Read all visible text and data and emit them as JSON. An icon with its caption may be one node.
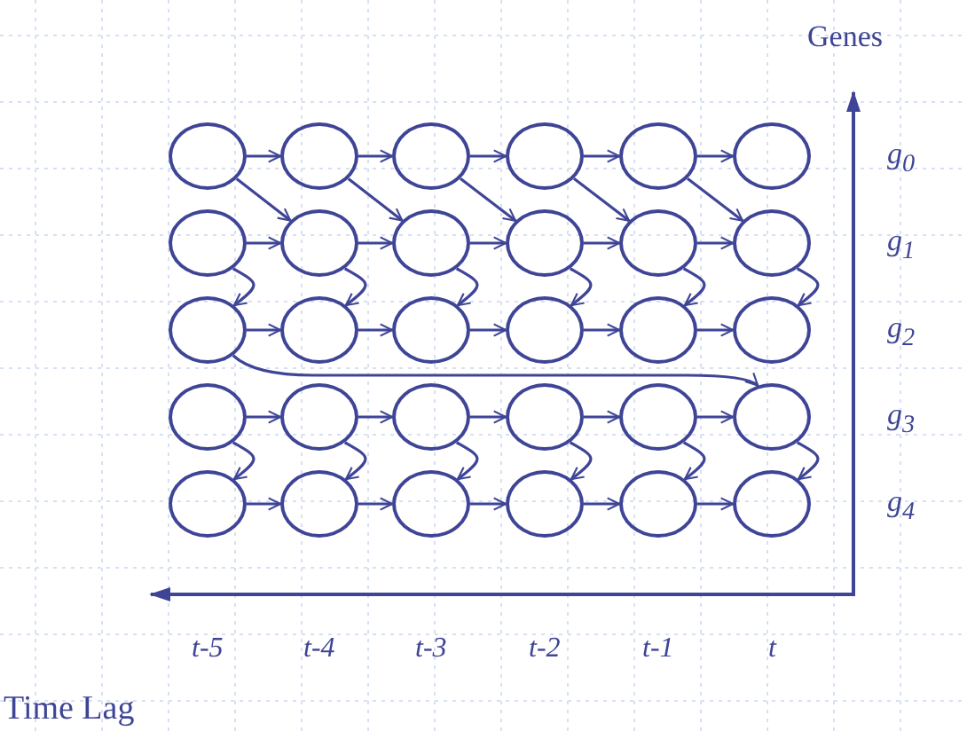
{
  "diagram": {
    "nodes": [
      {
        "text": [],
        "shape": "ellipse"
      },
      {
        "text": [],
        "shape": "ellipse"
      },
      {
        "text": [],
        "shape": "ellipse"
      },
      {
        "text": [],
        "shape": "ellipse"
      },
      {
        "text": [],
        "shape": "ellipse"
      },
      {
        "text": [],
        "shape": "ellipse"
      },
      {
        "text": [],
        "shape": "ellipse"
      },
      {
        "text": [],
        "shape": "ellipse"
      },
      {
        "text": [],
        "shape": "ellipse"
      },
      {
        "text": [],
        "shape": "ellipse"
      },
      {
        "text": [],
        "shape": "ellipse"
      },
      {
        "text": [],
        "shape": "ellipse"
      },
      {
        "text": [],
        "shape": "ellipse"
      },
      {
        "text": [],
        "shape": "ellipse"
      },
      {
        "text": [],
        "shape": "ellipse"
      },
      {
        "text": [],
        "shape": "ellipse"
      },
      {
        "text": [],
        "shape": "ellipse"
      },
      {
        "text": [],
        "shape": "ellipse"
      },
      {
        "text": [],
        "shape": "ellipse"
      },
      {
        "text": [],
        "shape": "ellipse"
      },
      {
        "text": [],
        "shape": "ellipse"
      },
      {
        "text": [],
        "shape": "ellipse"
      },
      {
        "text": [],
        "shape": "ellipse"
      },
      {
        "text": [],
        "shape": "ellipse"
      },
      {
        "text": [],
        "shape": "ellipse"
      },
      {
        "text": [],
        "shape": "ellipse"
      },
      {
        "text": [],
        "shape": "ellipse"
      },
      {
        "text": [],
        "shape": "ellipse"
      },
      {
        "text": [],
        "shape": "ellipse"
      },
      {
        "text": [],
        "shape": "ellipse"
      }
    ],
    "edges": [
      {
        "from": 0,
        "to": 1,
        "arrow": "to"
      },
      {
        "from": 1,
        "to": 2,
        "arrow": "to"
      },
      {
        "from": 2,
        "to": 3,
        "arrow": "to"
      },
      {
        "from": 3,
        "to": 4,
        "arrow": "to"
      },
      {
        "from": 4,
        "to": 5,
        "arrow": "to"
      },
      {
        "from": 6,
        "to": 7,
        "arrow": "to"
      },
      {
        "from": 7,
        "to": 8,
        "arrow": "to"
      },
      {
        "from": 8,
        "to": 9,
        "arrow": "to"
      },
      {
        "from": 9,
        "to": 10,
        "arrow": "to"
      },
      {
        "from": 10,
        "to": 11,
        "arrow": "to"
      },
      {
        "from": 12,
        "to": 13,
        "arrow": "to"
      },
      {
        "from": 13,
        "to": 14,
        "arrow": "to"
      },
      {
        "from": 14,
        "to": 15,
        "arrow": "to"
      },
      {
        "from": 15,
        "to": 16,
        "arrow": "to"
      },
      {
        "from": 16,
        "to": 17,
        "arrow": "to"
      },
      {
        "from": 18,
        "to": 19,
        "arrow": "to"
      },
      {
        "from": 19,
        "to": 20,
        "arrow": "to"
      },
      {
        "from": 20,
        "to": 21,
        "arrow": "to"
      },
      {
        "from": 21,
        "to": 22,
        "arrow": "to"
      },
      {
        "from": 22,
        "to": 23,
        "arrow": "to"
      },
      {
        "from": 24,
        "to": 25,
        "arrow": "to"
      },
      {
        "from": 25,
        "to": 26,
        "arrow": "to"
      },
      {
        "from": 26,
        "to": 27,
        "arrow": "to"
      },
      {
        "from": 27,
        "to": 28,
        "arrow": "to"
      },
      {
        "from": 28,
        "to": 29,
        "arrow": "to"
      },
      {
        "from": 0,
        "to": 7,
        "arrow": "to"
      },
      {
        "from": 1,
        "to": 8,
        "arrow": "to"
      },
      {
        "from": 2,
        "to": 9,
        "arrow": "to"
      },
      {
        "from": 3,
        "to": 10,
        "arrow": "to"
      },
      {
        "from": 4,
        "to": 11,
        "arrow": "to"
      },
      {
        "from": 6,
        "to": 12,
        "arrow": "to"
      },
      {
        "from": 7,
        "to": 13,
        "arrow": "to"
      },
      {
        "from": 8,
        "to": 14,
        "arrow": "to"
      },
      {
        "from": 9,
        "to": 15,
        "arrow": "to"
      },
      {
        "from": 10,
        "to": 16,
        "arrow": "to"
      },
      {
        "from": 11,
        "to": 17,
        "arrow": "to"
      },
      {
        "from": 12,
        "to": 23,
        "arrow": "to"
      },
      {
        "from": 18,
        "to": 24,
        "arrow": "to"
      },
      {
        "from": 19,
        "to": 25,
        "arrow": "to"
      },
      {
        "from": 20,
        "to": 26,
        "arrow": "to"
      },
      {
        "from": 21,
        "to": 27,
        "arrow": "to"
      },
      {
        "from": 22,
        "to": 28,
        "arrow": "to"
      },
      {
        "from": 23,
        "to": 29,
        "arrow": "to"
      }
    ],
    "labels": [
      "Genes",
      "g$_{0}$",
      "g$_{1}$",
      "g$_{2}$",
      "g$_{3}$",
      "g$_{4}$",
      "t-5",
      "t-4",
      "t-3",
      "t-2",
      "t-1",
      "t",
      "Time Lag"
    ]
  }
}
